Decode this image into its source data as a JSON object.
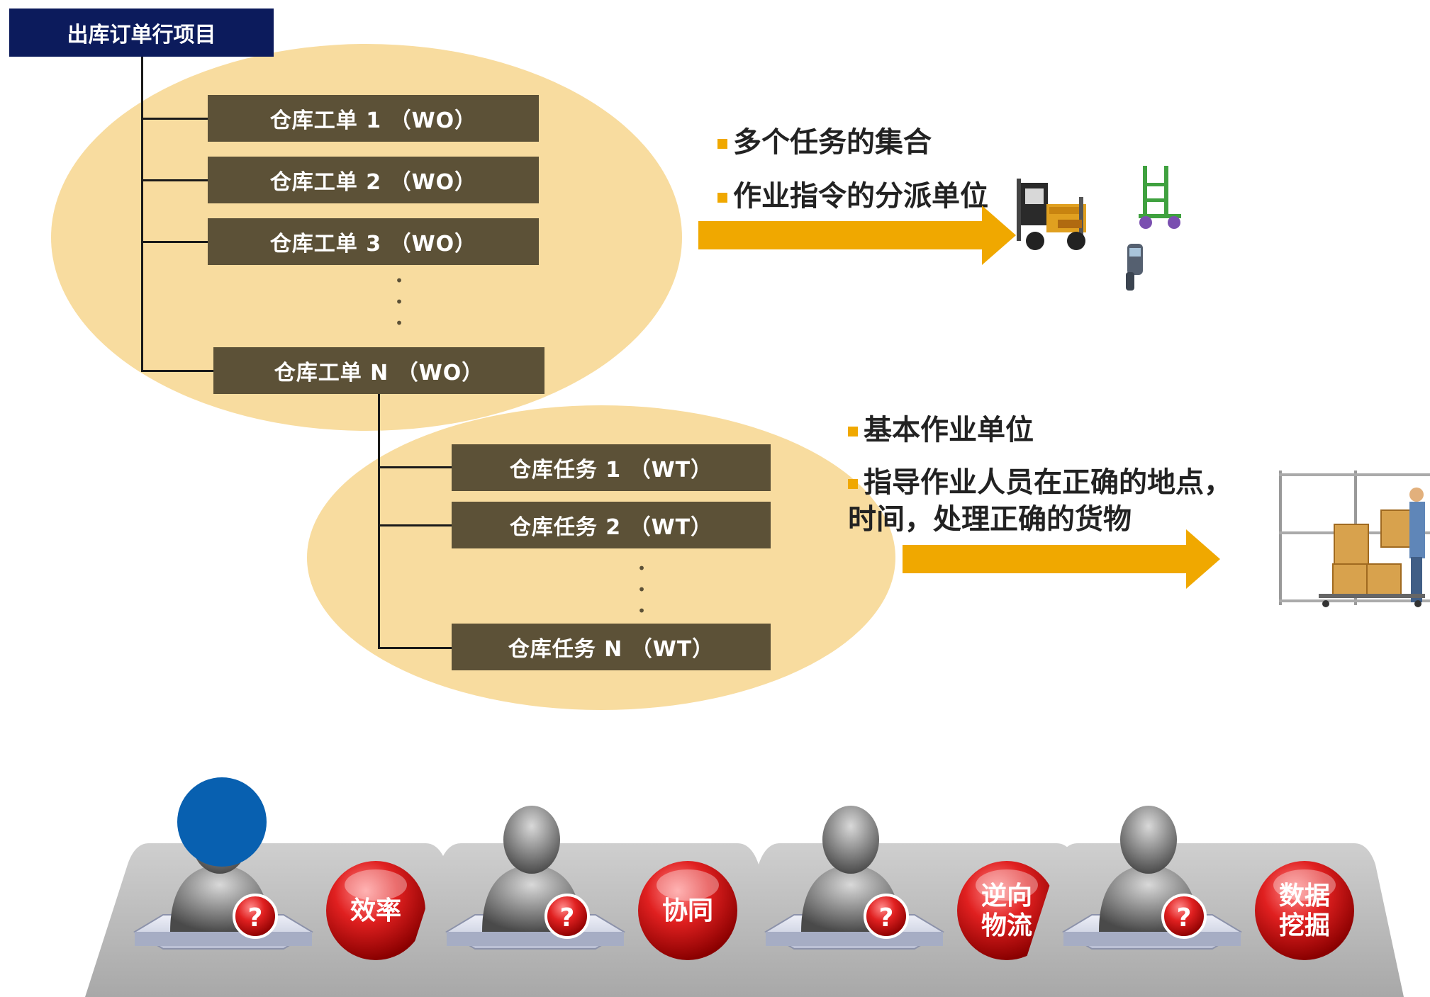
{
  "header": {
    "label": "出库订单行项目"
  },
  "work_orders": [
    {
      "label": "仓库工单 1 （WO）"
    },
    {
      "label": "仓库工单 2 （WO）"
    },
    {
      "label": "仓库工单 3 （WO）"
    },
    {
      "label": "仓库工单 N （WO）"
    }
  ],
  "work_tasks": [
    {
      "label": "仓库任务 1 （WT）"
    },
    {
      "label": "仓库任务 2 （WT）"
    },
    {
      "label": "仓库任务 N （WT）"
    }
  ],
  "ellipsis_dots": "•",
  "wo_bullets": [
    {
      "text": "多个任务的集合"
    },
    {
      "text": "作业指令的分派单位"
    }
  ],
  "wt_bullets": [
    {
      "text": "基本作业单位"
    },
    {
      "text": "指导作业人员在正确的地点，"
    },
    {
      "text": "时间，处理正确的货物"
    }
  ],
  "bottom_panels": [
    {
      "badge": "?",
      "ball_lines": [
        "效率"
      ]
    },
    {
      "badge": "?",
      "ball_lines": [
        "协同"
      ]
    },
    {
      "badge": "?",
      "ball_lines": [
        "逆向",
        "物流"
      ]
    },
    {
      "badge": "?",
      "ball_lines": [
        "数据",
        "挖掘"
      ]
    }
  ],
  "colors": {
    "header_bg": "#0c1b5c",
    "node_bg": "#5c5137",
    "ellipse_fill": "#f8dc9f",
    "arrow": "#f0a800",
    "ball_red": "#d41c1c",
    "panel_gray": "#b8b8b8"
  },
  "icons": [
    "forklift-icon",
    "hand-truck-icon",
    "barcode-scanner-icon",
    "warehouse-worker-icon",
    "person-icon",
    "question-badge-icon"
  ]
}
